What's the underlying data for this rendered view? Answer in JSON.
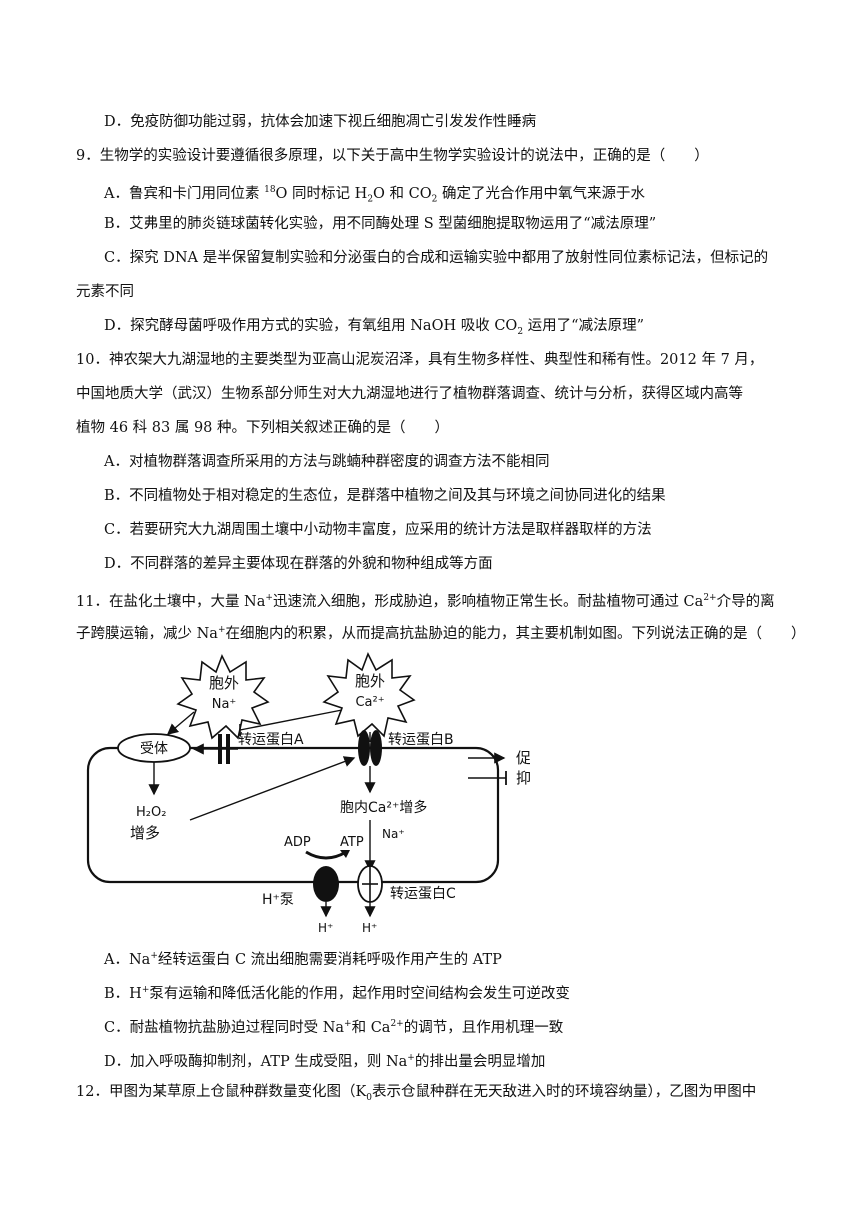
{
  "q8": {
    "optD": "D．免疫防御功能过弱，抗体会加速下视丘细胞凋亡引发发作性睡病"
  },
  "q9": {
    "stem": "9．生物学的实验设计要遵循很多原理，以下关于高中生物学实验设计的说法中，正确的是（　　）",
    "optA": [
      "A．鲁宾和卡门用同位素 ",
      "18",
      "O 同时标记 H",
      "2",
      "O 和 CO",
      "2",
      " 确定了光合作用中氧气来源于水"
    ],
    "optB": "B．艾弗里的肺炎链球菌转化实验，用不同酶处理 S 型菌细胞提取物运用了“减法原理”",
    "optC_1": "C．探究 DNA 是半保留复制实验和分泌蛋白的合成和运输实验中都用了放射性同位素标记法，但标记的",
    "optC_2": "元素不同",
    "optD": [
      "D．探究酵母菌呼吸作用方式的实验，有氧组用 NaOH 吸收 CO",
      "2",
      " 运用了“减法原理”"
    ]
  },
  "q10": {
    "stem_1": "10．神农架大九湖湿地的主要类型为亚高山泥炭沼泽，具有生物多样性、典型性和稀有性。2012 年 7 月，",
    "stem_2": "中国地质大学（武汉）生物系部分师生对大九湖湿地进行了植物群落调查、统计与分析，获得区域内高等",
    "stem_3": "植物 46 科 83 属 98 种。下列相关叙述正确的是（　　）",
    "optA": "A．对植物群落调查所采用的方法与跳蝻种群密度的调查方法不能相同",
    "optB": "B．不同植物处于相对稳定的生态位，是群落中植物之间及其与环境之间协同进化的结果",
    "optC": "C．若要研究大九湖周围土壤中小动物丰富度，应采用的统计方法是取样器取样的方法",
    "optD": "D．不同群落的差异主要体现在群落的外貌和物种组成等方面"
  },
  "q11": {
    "stem_1": [
      "11．在盐化土壤中，大量 Na",
      "+",
      "迅速流入细胞，形成胁迫，影响植物正常生长。耐盐植物可通过 Ca",
      "2+",
      "介导的离"
    ],
    "stem_2": [
      "子跨膜运输，减少 Na",
      "+",
      "在细胞内的积累，从而提高抗盐胁迫的能力，其主要机制如图。下列说法正确的是（　　）"
    ],
    "diagram": {
      "out_na_top": "胞外",
      "out_na_bottom": "Na⁺",
      "out_ca_top": "胞外",
      "out_ca_bottom": "Ca²⁺",
      "receptor": "受体",
      "protein_a": "转运蛋白A",
      "protein_b": "转运蛋白B",
      "protein_c": "转运蛋白C",
      "legend_promote": "促进",
      "legend_inhibit": "抑制",
      "h2o2": "H₂O₂",
      "increase": "增多",
      "ca_in": "胞内Ca²⁺增多",
      "adp": "ADP",
      "atp": "ATP",
      "na_in": "Na⁺",
      "h_pump": "H⁺泵",
      "h_plus_1": "H⁺",
      "h_plus_2": "H⁺"
    },
    "optA": [
      "A．Na",
      "+",
      "经转运蛋白 C 流出细胞需要消耗呼吸作用产生的 ATP"
    ],
    "optB": [
      "B．H",
      "+",
      "泵有运输和降低活化能的作用，起作用时空间结构会发生可逆改变"
    ],
    "optC": [
      "C．耐盐植物抗盐胁迫过程同时受 Na",
      "+",
      "和 Ca",
      "2+",
      "的调节，且作用机理一致"
    ],
    "optD": [
      "D．加入呼吸酶抑制剂，ATP 生成受阻，则 Na",
      "+",
      "的排出量会明显增加"
    ]
  },
  "q12": {
    "stem": [
      "12．甲图为某草原上仓鼠种群数量变化图（K",
      "0",
      "表示仓鼠种群在无天敌进入时的环境容纳量），乙图为甲图中"
    ]
  }
}
